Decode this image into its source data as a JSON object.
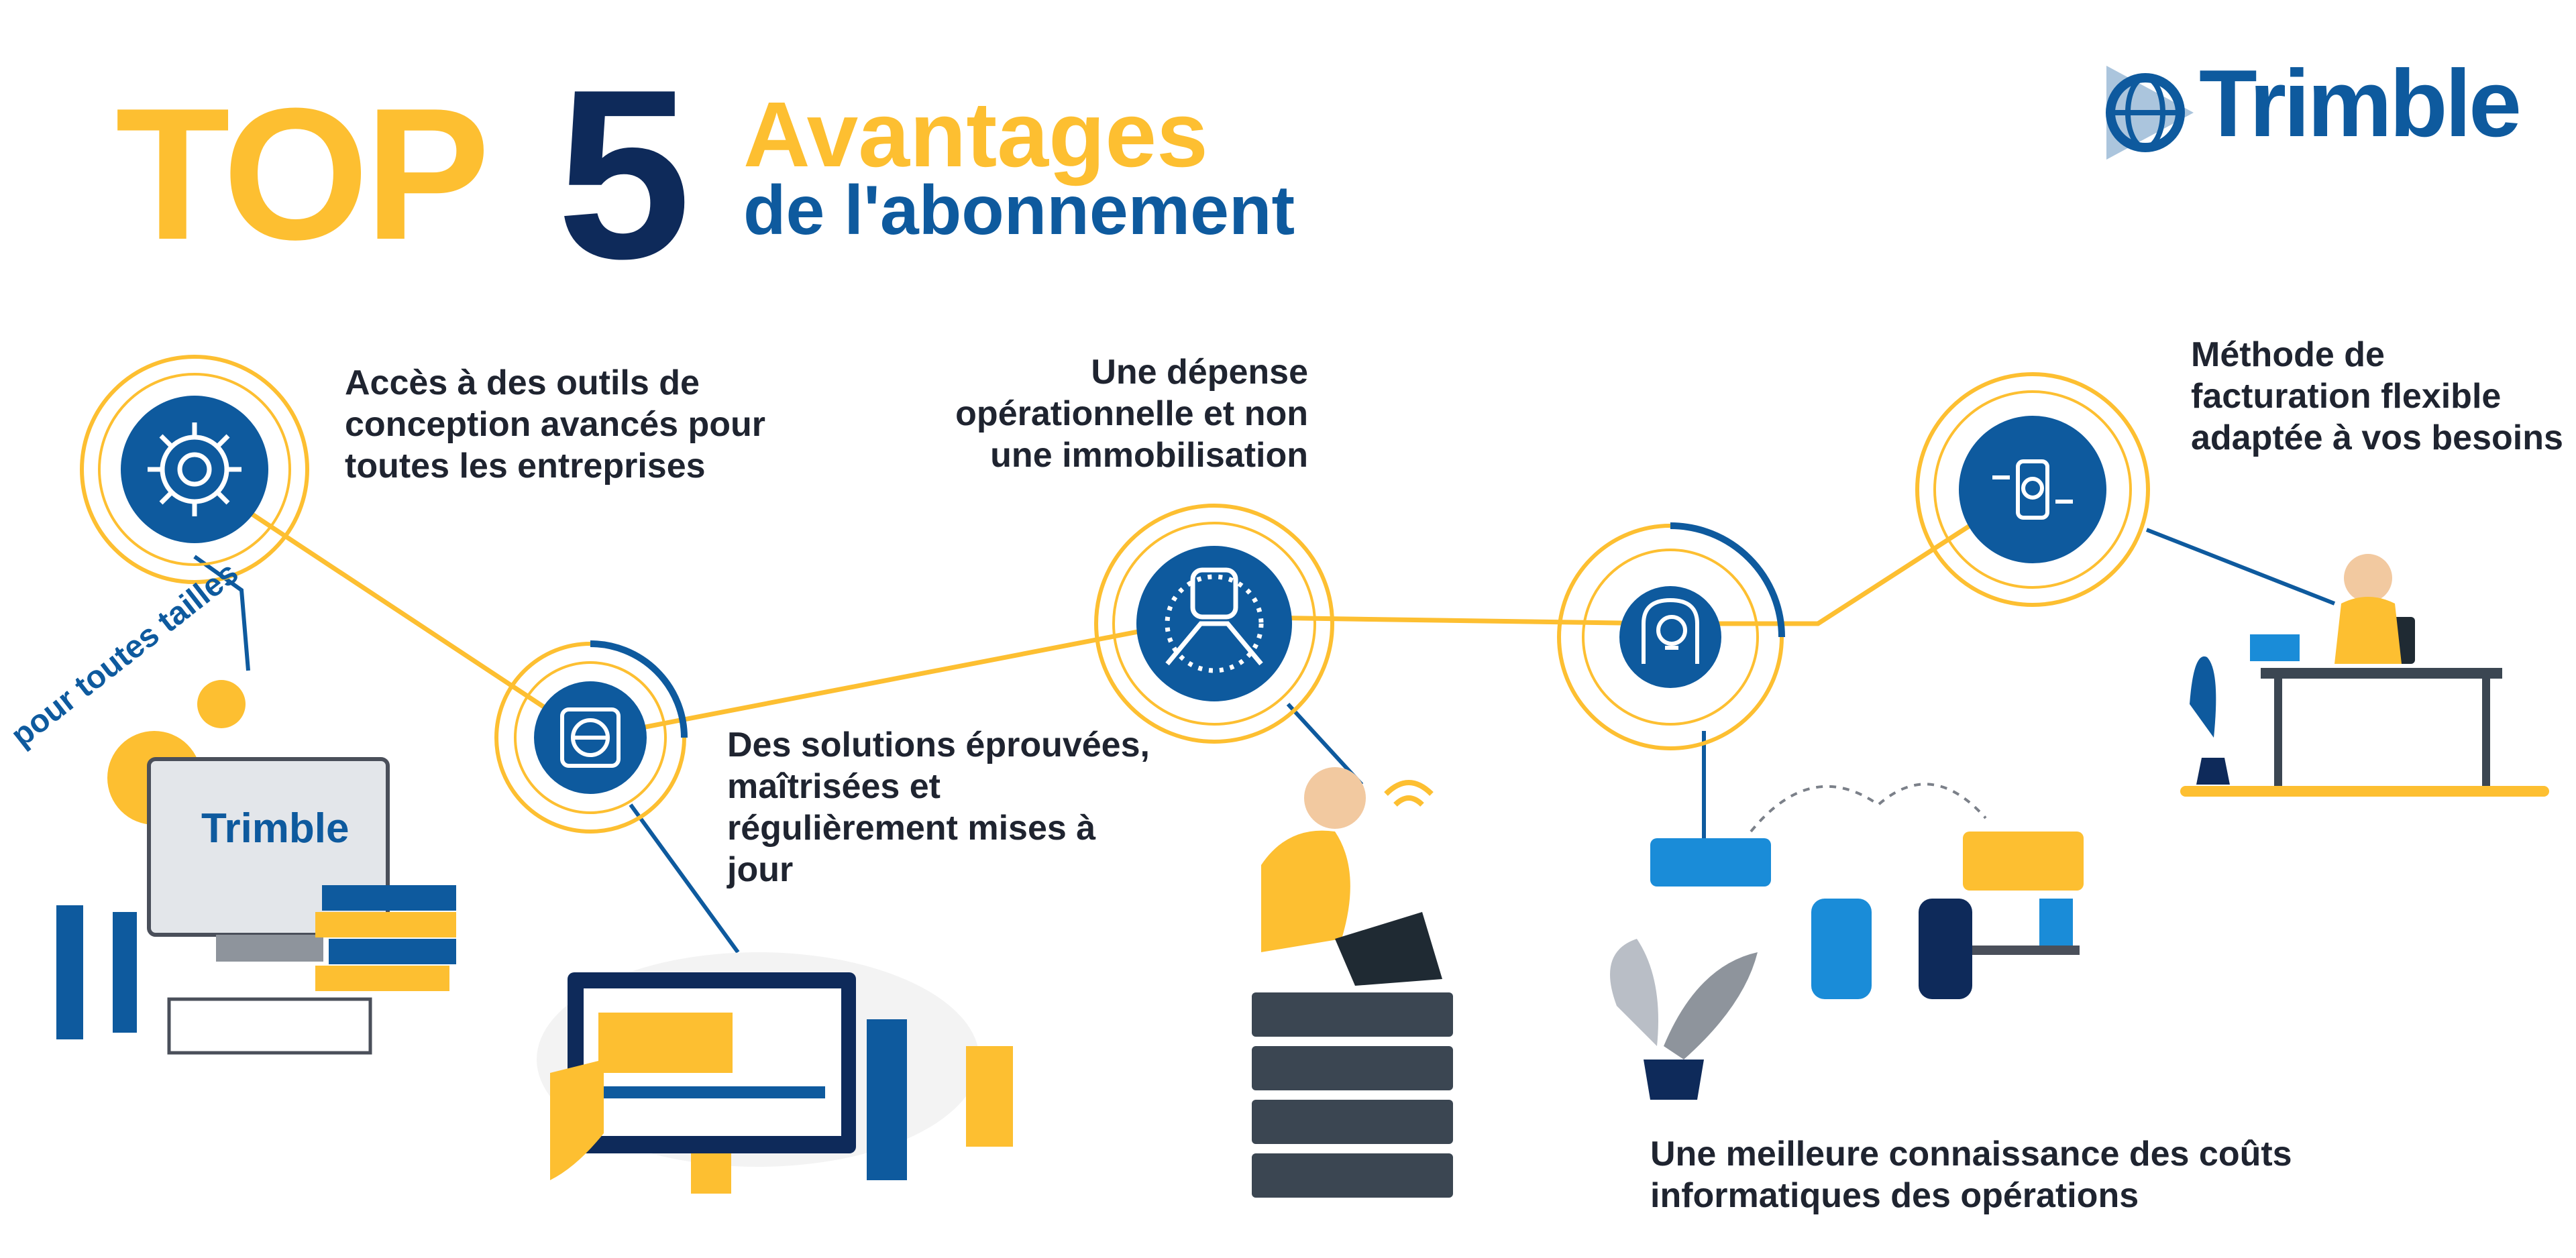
{
  "header": {
    "top": "TOP",
    "number": "5",
    "line1": "Avantages",
    "line2": "de l'abonnement"
  },
  "logo": {
    "text": "Trimble",
    "icon": "trimble-globe-icon"
  },
  "benefits": [
    {
      "text": "Accès à des outils de conception avancés pour toutes les entreprises",
      "icon": "gear-icon"
    },
    {
      "text": "Des solutions éprouvées, maîtrisées et régulièrement mises à jour",
      "icon": "refresh-globe-icon"
    },
    {
      "text": "Une dépense opérationnelle et non une immobilisation",
      "icon": "teamwork-hands-icon"
    },
    {
      "text": "Une meilleure connaissance des coûts informatiques des opérations",
      "icon": "lightbulb-head-icon"
    },
    {
      "text": "Méthode de facturation flexible adaptée à vos besoins",
      "icon": "mobile-payment-icon"
    }
  ],
  "illustration": {
    "tag": "pour toutes tailles",
    "screen_logo": "Trimble"
  },
  "colors": {
    "yellow": "#FDBF31",
    "navy": "#0E2A5A",
    "blue": "#0E5A9E"
  }
}
